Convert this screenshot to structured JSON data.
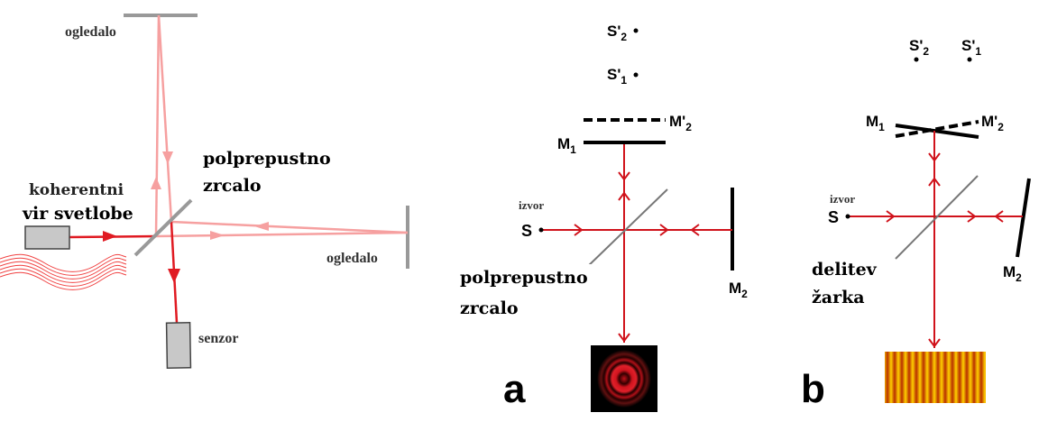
{
  "left": {
    "mirror_top_label": "ogledalo",
    "mirror_right_label": "ogledalo",
    "source_label_1": "koherentni",
    "source_label_2": "vir svetlobe",
    "splitter_label_1": "polprepustno",
    "splitter_label_2": "zrcalo",
    "sensor_label": "senzor"
  },
  "panel_a": {
    "letter": "a",
    "s2": "S'",
    "s2_sub": "2",
    "s1": "S'",
    "s1_sub": "1",
    "m2p": "M'",
    "m2p_sub": "2",
    "m1": "M",
    "m1_sub": "1",
    "m2": "M",
    "m2_sub": "2",
    "source_caption": "izvor",
    "source": "S",
    "splitter_label_1": "polprepustno",
    "splitter_label_2": "zrcalo"
  },
  "panel_b": {
    "letter": "b",
    "s2": "S'",
    "s2_sub": "2",
    "s1": "S'",
    "s1_sub": "1",
    "m2p": "M'",
    "m2p_sub": "2",
    "m1": "M",
    "m1_sub": "1",
    "m2": "M",
    "m2_sub": "2",
    "source_caption": "izvor",
    "source": "S",
    "splitter_label_1": "delitev",
    "splitter_label_2": "žarka"
  },
  "colors": {
    "beam": "#d0121b",
    "beam_light": "#f59a9a",
    "mirror": "#999999"
  }
}
